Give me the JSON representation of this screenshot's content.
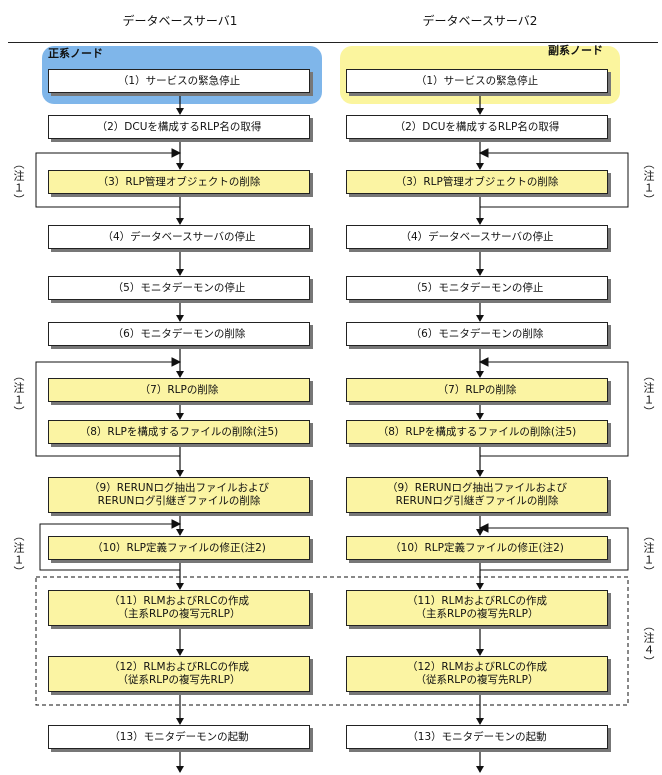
{
  "servers": {
    "left": "データベースサーバ1",
    "right": "データベースサーバ2"
  },
  "nodes": {
    "primary": "正系ノード",
    "secondary": "副系ノード"
  },
  "note1": "（注１）",
  "note4": "（注４）",
  "left_steps": [
    "（1）サービスの緊急停止",
    "（2）DCUを構成するRLP名の取得",
    "（3）RLP管理オブジェクトの削除",
    "（4）データベースサーバの停止",
    "（5）モニタデーモンの停止",
    "（6）モニタデーモンの削除",
    "（7）RLPの削除",
    "（8）RLPを構成するファイルの削除(注5)",
    "（9）RERUNログ抽出ファイルおよび\nRERUNログ引継ぎファイルの削除",
    "（10）RLP定義ファイルの修正(注2)",
    "（11）RLMおよびRLCの作成\n（主系RLPの複写元RLP）",
    "（12）RLMおよびRLCの作成\n（従系RLPの複写先RLP）",
    "（13）モニタデーモンの起動"
  ],
  "right_steps": [
    "（1）サービスの緊急停止",
    "（2）DCUを構成するRLP名の取得",
    "（3）RLP管理オブジェクトの削除",
    "（4）データベースサーバの停止",
    "（5）モニタデーモンの停止",
    "（6）モニタデーモンの削除",
    "（7）RLPの削除",
    "（8）RLPを構成するファイルの削除(注5)",
    "（9）RERUNログ抽出ファイルおよび\nRERUNログ引継ぎファイルの削除",
    "（10）RLP定義ファイルの修正(注2)",
    "（11）RLMおよびRLCの作成\n（主系RLPの複写先RLP）",
    "（12）RLMおよびRLCの作成\n（従系RLPの複写先RLP）",
    "（13）モニタデーモンの起動"
  ],
  "highlight": [
    false,
    false,
    true,
    false,
    false,
    false,
    true,
    true,
    true,
    true,
    true,
    true,
    false
  ],
  "colors": {
    "primary_group": "#7fb6ea",
    "secondary_group": "#fbf59e",
    "step_highlight": "#fbf4a3"
  }
}
